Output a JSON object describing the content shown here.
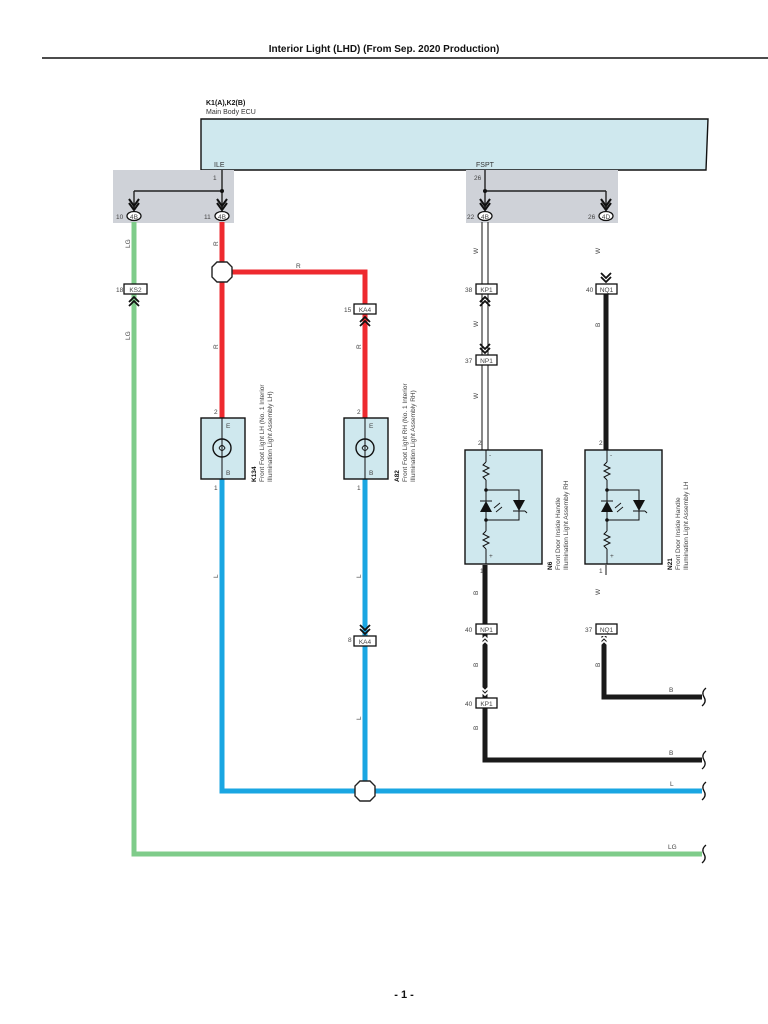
{
  "page": {
    "title": "Interior Light (LHD) (From Sep. 2020 Production)",
    "page_number": "- 1 -"
  },
  "ecu": {
    "code": "K1(A),K2(B)",
    "name": "Main Body ECU",
    "terminals": [
      {
        "name": "ILE",
        "pin": "1"
      },
      {
        "name": "FSPT",
        "pin": "26"
      }
    ]
  },
  "junctions": [
    {
      "pin": "10",
      "id": "4B"
    },
    {
      "pin": "11",
      "id": "4B"
    },
    {
      "pin": "22",
      "id": "4B"
    },
    {
      "pin": "26",
      "id": "4D"
    }
  ],
  "connectors": [
    {
      "pin": "18",
      "id": "KS2"
    },
    {
      "pin": "15",
      "id": "KA4"
    },
    {
      "pin": "8",
      "id": "KA4"
    },
    {
      "pin": "38",
      "id": "KP1"
    },
    {
      "pin": "37",
      "id": "NP1"
    },
    {
      "pin": "40",
      "id": "NQ1"
    },
    {
      "pin": "40",
      "id": "NP1"
    },
    {
      "pin": "37",
      "id": "NQ1"
    },
    {
      "pin": "40",
      "id": "KP1"
    }
  ],
  "components": [
    {
      "code": "K134",
      "line1": "Front Foot Light LH (No. 1 Interior",
      "line2": "Illumination Light Assembly LH)",
      "pin_top": "2",
      "pin_bottom": "1",
      "term_top": "E",
      "term_bottom": "B"
    },
    {
      "code": "A82",
      "line1": "Front Foot Light RH (No. 1 Interior",
      "line2": "Illumination Light Assembly RH)",
      "pin_top": "2",
      "pin_bottom": "1",
      "term_top": "E",
      "term_bottom": "B"
    },
    {
      "code": "N6",
      "line1": "Front Door Inside Handle",
      "line2": "Illumination Light Assembly RH",
      "pin_top": "2",
      "pin_bottom": "1",
      "sign_top": "-",
      "sign_bottom": "+"
    },
    {
      "code": "N21",
      "line1": "Front Door Inside Handle",
      "line2": "Illumination Light Assembly LH",
      "pin_top": "2",
      "pin_bottom": "1",
      "sign_top": "-",
      "sign_bottom": "+"
    }
  ],
  "wire_labels": {
    "lg": "LG",
    "r": "R",
    "w": "W",
    "b": "B",
    "l": "L"
  },
  "wire_colors": {
    "LG": "#7fcc8a",
    "R": "#ee2a2f",
    "L": "#1aa6e2",
    "B": "#1a1a1a",
    "W": "#ffffff"
  }
}
